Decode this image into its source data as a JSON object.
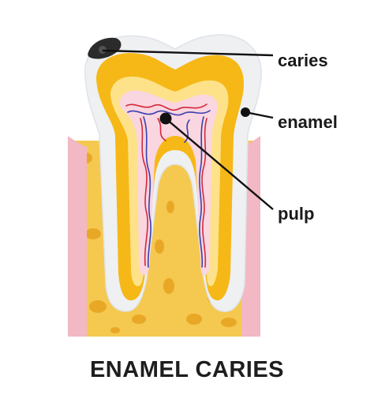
{
  "title": "ENAMEL CARIES",
  "labels": {
    "caries": "caries",
    "enamel": "enamel",
    "pulp": "pulp"
  },
  "colors": {
    "bone": "#f5c850",
    "bone_holes": "#e8a825",
    "gum": "#f2b8c3",
    "enamel": "#eef0f2",
    "dentin": "#f6b817",
    "dentin_inner": "#fde28a",
    "pulp": "#f9d6e0",
    "caries": "#2b2b2b",
    "nerve_red": "#d42a3c",
    "nerve_blue": "#3a3fb0",
    "leader": "#111111"
  }
}
